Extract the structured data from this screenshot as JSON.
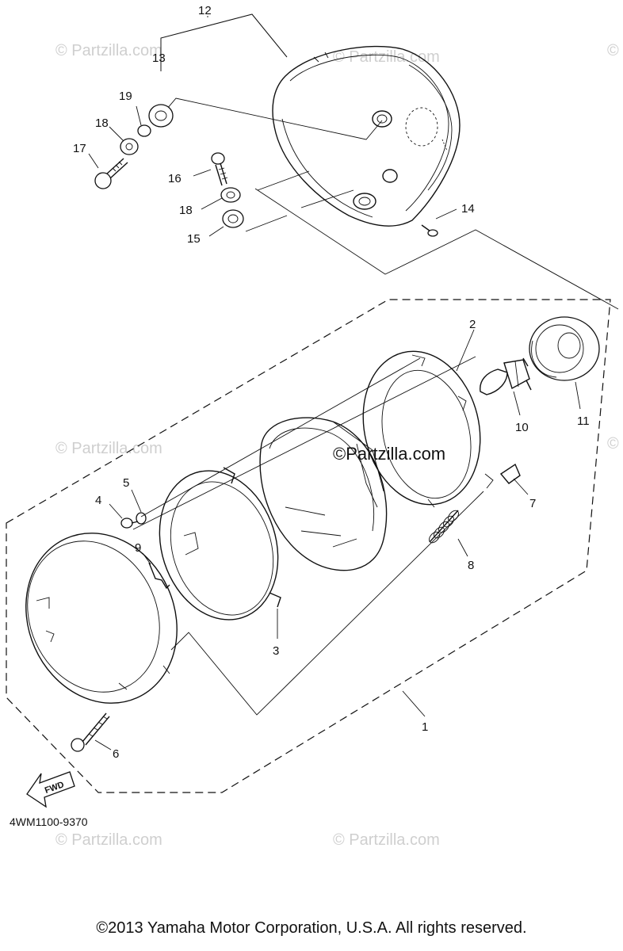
{
  "watermarks": [
    "© Partzilla.com",
    "© Partzilla.com",
    "© Partzilla.com",
    "© Partzilla.com",
    "© Partzilla.com",
    "© Partzilla.com",
    "© Partzilla.com"
  ],
  "center_watermark": "©Partzilla.com",
  "callouts": [
    {
      "id": "12",
      "label": "12"
    },
    {
      "id": "13",
      "label": "13"
    },
    {
      "id": "19",
      "label": "19"
    },
    {
      "id": "18a",
      "label": "18"
    },
    {
      "id": "17",
      "label": "17"
    },
    {
      "id": "16",
      "label": "16"
    },
    {
      "id": "18b",
      "label": "18"
    },
    {
      "id": "15",
      "label": "15"
    },
    {
      "id": "14",
      "label": "14"
    },
    {
      "id": "2",
      "label": "2"
    },
    {
      "id": "10",
      "label": "10"
    },
    {
      "id": "11",
      "label": "11"
    },
    {
      "id": "7",
      "label": "7"
    },
    {
      "id": "5",
      "label": "5"
    },
    {
      "id": "4",
      "label": "4"
    },
    {
      "id": "9",
      "label": "9"
    },
    {
      "id": "8",
      "label": "8"
    },
    {
      "id": "3",
      "label": "3"
    },
    {
      "id": "1",
      "label": "1"
    },
    {
      "id": "6",
      "label": "6"
    }
  ],
  "fwd_label": "FWD",
  "diagram_code": "4WM1100-9370",
  "copyright": "©2013 Yamaha Motor Corporation, U.S.A. All rights reserved."
}
